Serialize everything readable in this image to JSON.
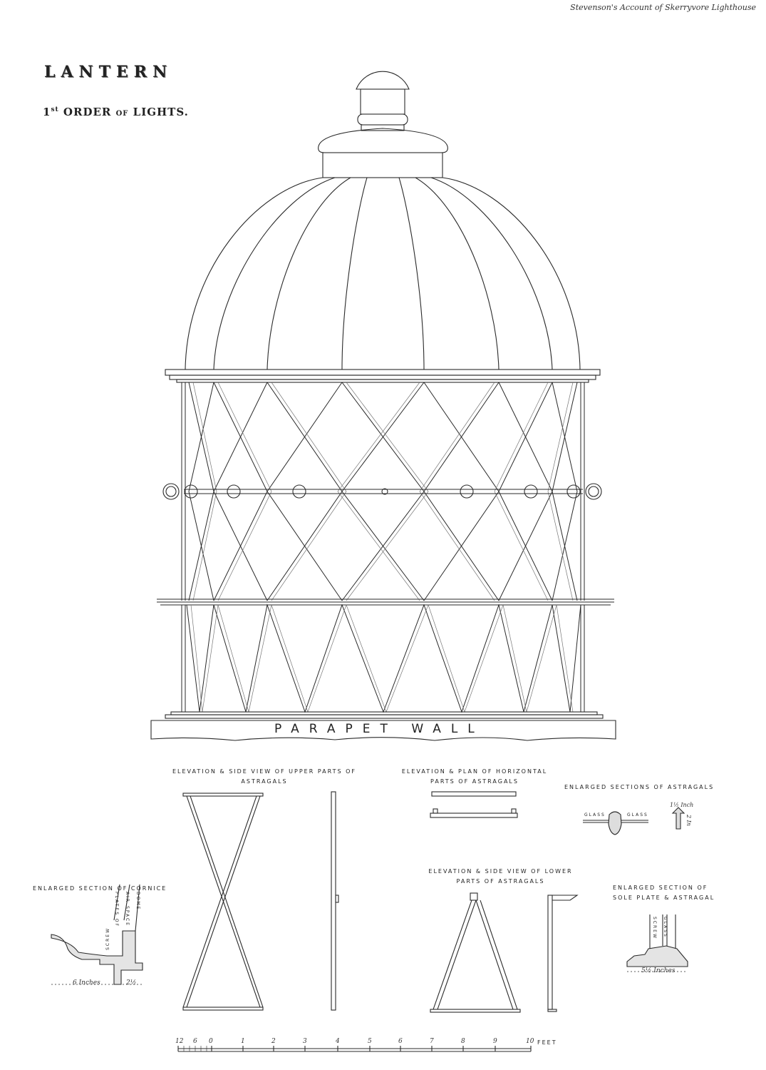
{
  "header": {
    "credit": "Stevenson's Account of Skerryvore Lighthouse"
  },
  "title": {
    "main": "LANTERN",
    "sub_ordinal": "1",
    "sub_ordinal_suffix": "st",
    "sub_main": "ORDER",
    "sub_of": "OF",
    "sub_end": "LIGHTS."
  },
  "main_drawing": {
    "parapet_label": "PARAPET WALL"
  },
  "details": {
    "upper_astragals": {
      "label_line1": "ELEVATION & SIDE VIEW OF UPPER PARTS OF",
      "label_line2": "ASTRAGALS"
    },
    "horizontal_astragals": {
      "label_line1": "ELEVATION & PLAN OF HORIZONTAL",
      "label_line2": "PARTS OF ASTRAGALS"
    },
    "enlarged_sections_astragals": {
      "label": "ENLARGED SECTIONS OF ASTRAGALS",
      "glass_left": "GLASS",
      "glass_right": "GLASS",
      "dim_width": "1½ Inch",
      "dim_height": "2 In"
    },
    "lower_astragals": {
      "label_line1": "ELEVATION & SIDE VIEW OF LOWER",
      "label_line2": "PARTS OF ASTRAGALS"
    },
    "cornice": {
      "label": "ENLARGED SECTION OF CORNICE",
      "screw": "SCREW",
      "plates_of": "PLATES OF",
      "air_space": "AIR SPACE",
      "dome": "DOME",
      "dim_main": "6 Inches",
      "dim_small": "2½"
    },
    "sole_plate": {
      "label_line1": "ENLARGED SECTION OF",
      "label_line2": "SOLE PLATE & ASTRAGAL",
      "screw": "SCREW",
      "glass": "GLASS",
      "dim": "5½ Inches"
    }
  },
  "scale_bar": {
    "inch_ticks": [
      "12",
      "6",
      "0"
    ],
    "foot_ticks": [
      "1",
      "2",
      "3",
      "4",
      "5",
      "6",
      "7",
      "8",
      "9",
      "10"
    ],
    "unit": "FEET"
  }
}
